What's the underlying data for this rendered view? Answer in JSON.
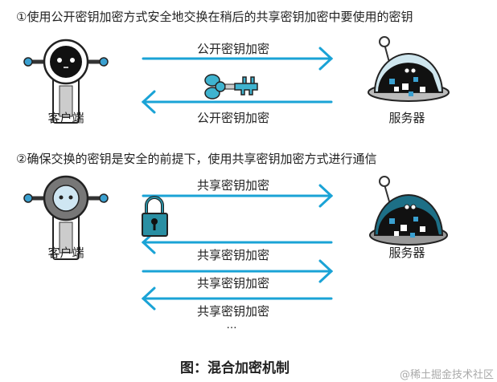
{
  "section1": {
    "title": "①使用公开密钥加密方式安全地交换在稍后的共享密钥加密中要使用的密钥",
    "client_label": "客户端",
    "server_label": "服务器",
    "arrows": [
      {
        "direction": "right",
        "label": "公开密钥加密"
      },
      {
        "direction": "left",
        "label": "公开密钥加密"
      }
    ],
    "icon": "key-icon"
  },
  "section2": {
    "title": "②确保交换的密钥是安全的前提下，使用共享密钥加密方式进行通信",
    "client_label": "客户端",
    "server_label": "服务器",
    "arrows": [
      {
        "direction": "right",
        "label": "共享密钥加密"
      },
      {
        "direction": "left",
        "label": "共享密钥加密"
      },
      {
        "direction": "right",
        "label": "共享密钥加密"
      },
      {
        "direction": "left",
        "label": "共享密钥加密"
      }
    ],
    "ellipsis": "…",
    "icon": "padlock-icon"
  },
  "caption": "图：混合加密机制",
  "watermark": "@稀土掘金技术社区",
  "colors": {
    "arrow": "#1aa3d6",
    "key": "#3fb3cf",
    "lock": "#2a8fa3"
  }
}
